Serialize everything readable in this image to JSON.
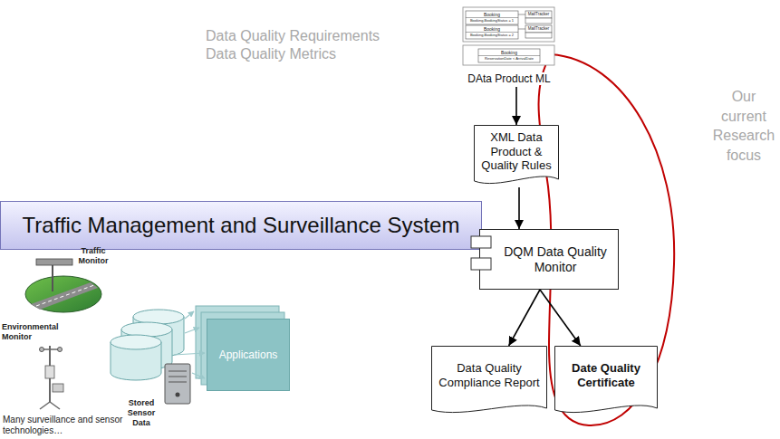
{
  "diagram": {
    "nodes": [
      {
        "text": [
          "DAta Product ML"
        ]
      },
      {
        "text": [
          "XML Data Product & Quality Rules"
        ]
      },
      {
        "text": [
          "Traffic Management and Surveillance System"
        ]
      },
      {
        "text": [
          "DQM Data Quality Monitor"
        ]
      },
      {
        "text": [
          "Data Quality Compliance Report"
        ]
      },
      {
        "text": [
          "Date Quality Certificate"
        ]
      },
      {
        "text": [
          "Applications"
        ]
      }
    ],
    "edges": [
      {
        "from": 0,
        "to": 1,
        "arrow": "to"
      },
      {
        "from": 1,
        "to": 3,
        "arrow": "to"
      },
      {
        "from": 3,
        "to": 4,
        "arrow": "to"
      },
      {
        "from": 3,
        "to": 5,
        "arrow": "to"
      }
    ],
    "labels": [
      "Booking",
      "Booking.BookingStatus = 1",
      "MailTracker",
      "Booking",
      "Booking.BookingStatus = 2",
      "MailTracker",
      "Booking",
      "ReservationDate < ArrivalDate",
      "Data Quality Requirements",
      "Data Quality Metrics",
      "Our current Research focus",
      "Traffic Monitor",
      "Environmental Monitor",
      "Stored Sensor Data",
      "Many surveillance and sensor technologies…"
    ]
  }
}
